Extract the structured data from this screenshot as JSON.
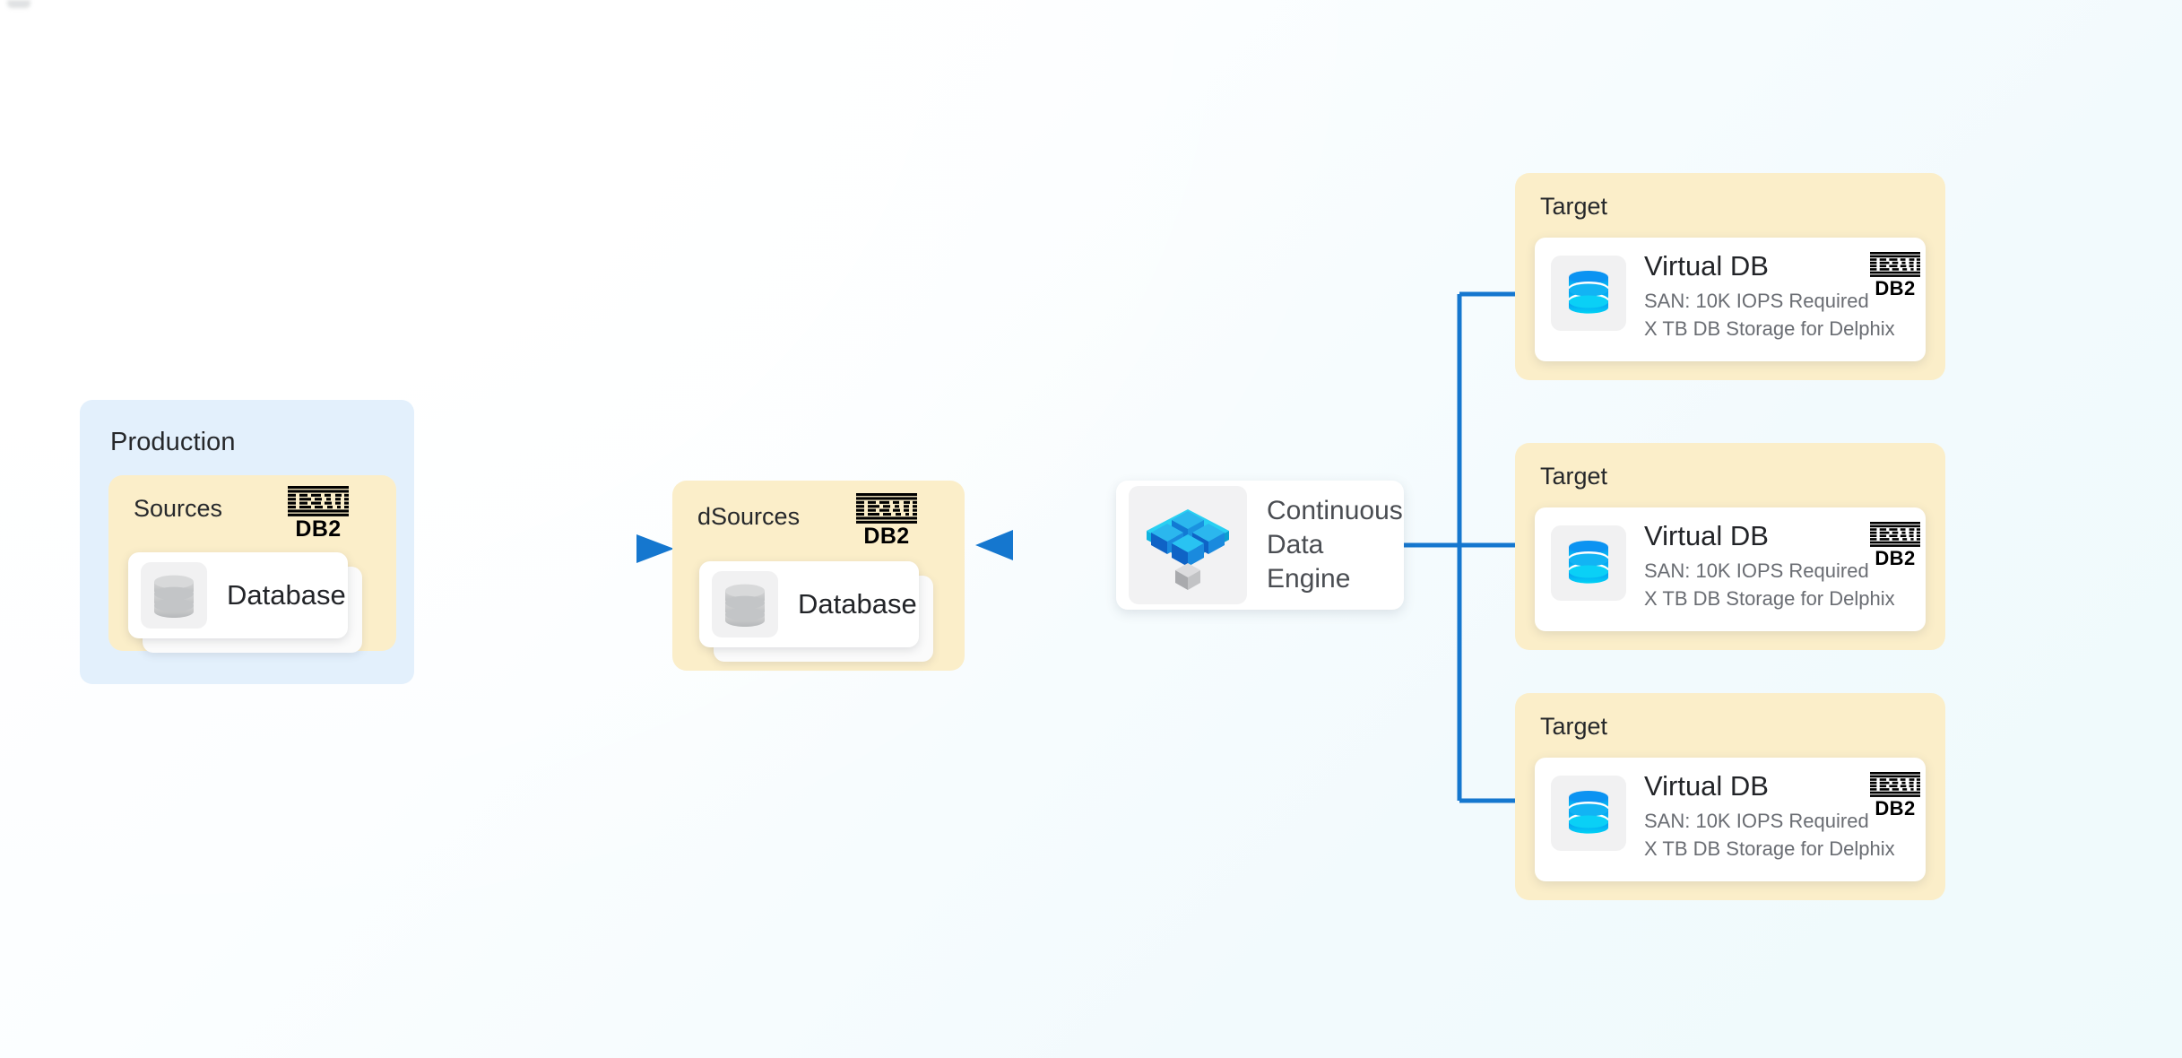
{
  "meta": {
    "diagram_title": "Delphix Continuous Data Engine virtualization flow",
    "background_accent": "#f2fafd",
    "arrow_color": "#1a7fd4",
    "cream_panel_color": "#fbeec9",
    "blue_panel_color": "#e3f0fc"
  },
  "production": {
    "title": "Production",
    "sources": {
      "title": "Sources",
      "logo": {
        "brand": "IBM",
        "product": "DB2"
      },
      "database": {
        "label": "Database",
        "icon": "database-cylinder-icon"
      }
    }
  },
  "dsources": {
    "title": "dSources",
    "logo": {
      "brand": "IBM",
      "product": "DB2"
    },
    "database": {
      "label": "Database",
      "icon": "database-cylinder-icon"
    }
  },
  "engine": {
    "icon": "continuous-data-engine-cubes-icon",
    "label_lines": [
      "Continuous",
      "Data",
      "Engine"
    ],
    "label_full": "Continuous Data Engine"
  },
  "targets": [
    {
      "title": "Target",
      "card": {
        "title": "Virtual DB",
        "line1": "SAN: 10K IOPS Required",
        "line2": "X TB DB Storage for Delphix",
        "icon": "virtual-db-cylinder-icon",
        "logo": {
          "brand": "IBM",
          "product": "DB2"
        }
      }
    },
    {
      "title": "Target",
      "card": {
        "title": "Virtual DB",
        "line1": "SAN: 10K IOPS Required",
        "line2": "X TB DB Storage for Delphix",
        "icon": "virtual-db-cylinder-icon",
        "logo": {
          "brand": "IBM",
          "product": "DB2"
        }
      }
    },
    {
      "title": "Target",
      "card": {
        "title": "Virtual DB",
        "line1": "SAN: 10K IOPS Required",
        "line2": "X TB DB Storage for Delphix",
        "icon": "virtual-db-cylinder-icon",
        "logo": {
          "brand": "IBM",
          "product": "DB2"
        }
      }
    }
  ],
  "connectors": [
    {
      "name": "production-to-dsources",
      "direction": "right"
    },
    {
      "name": "engine-to-dsources",
      "direction": "left"
    },
    {
      "name": "engine-to-target-1",
      "direction": "right"
    },
    {
      "name": "engine-to-target-2",
      "direction": "right"
    },
    {
      "name": "engine-to-target-3",
      "direction": "right"
    }
  ]
}
